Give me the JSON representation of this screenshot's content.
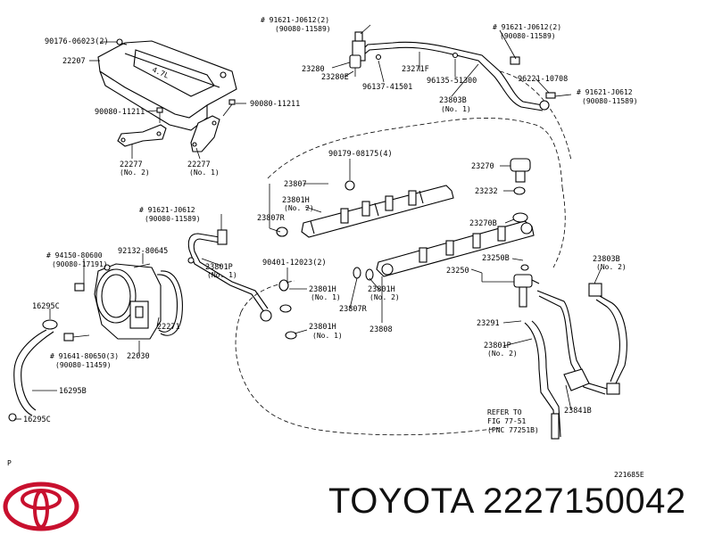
{
  "diagram": {
    "labels": [
      {
        "id": "l1",
        "text": "90176-06023(2)"
      },
      {
        "id": "l2",
        "text": "22207"
      },
      {
        "id": "l3",
        "text": "90080-11211"
      },
      {
        "id": "l4",
        "text": "90080-11211"
      },
      {
        "id": "l5",
        "text": "22277"
      },
      {
        "id": "l6",
        "text": "(No. 2)"
      },
      {
        "id": "l7",
        "text": "22277"
      },
      {
        "id": "l8",
        "text": "(No. 1)"
      },
      {
        "id": "l9",
        "text": "# 91621-J0612(2)"
      },
      {
        "id": "l10",
        "text": "(90080-11589)"
      },
      {
        "id": "l11",
        "text": "23280"
      },
      {
        "id": "l12",
        "text": "23280E"
      },
      {
        "id": "l13",
        "text": "23271F"
      },
      {
        "id": "l14",
        "text": "96137-41501"
      },
      {
        "id": "l15",
        "text": "96135-51300"
      },
      {
        "id": "l16",
        "text": "23803B"
      },
      {
        "id": "l17",
        "text": "(No. 1)"
      },
      {
        "id": "l18",
        "text": "# 91621-J0612(2)"
      },
      {
        "id": "l19",
        "text": "(90080-11589)"
      },
      {
        "id": "l20",
        "text": "96221-10708"
      },
      {
        "id": "l21",
        "text": "# 91621-J0612"
      },
      {
        "id": "l22",
        "text": "(90080-11589)"
      },
      {
        "id": "l23",
        "text": "90179-08175(4)"
      },
      {
        "id": "l24",
        "text": "23807"
      },
      {
        "id": "l25",
        "text": "23801H"
      },
      {
        "id": "l26",
        "text": "(No. 2)"
      },
      {
        "id": "l27",
        "text": "23807R"
      },
      {
        "id": "l28",
        "text": "23270"
      },
      {
        "id": "l29",
        "text": "23232"
      },
      {
        "id": "l30",
        "text": "23270B"
      },
      {
        "id": "l31",
        "text": "# 91621-J0612"
      },
      {
        "id": "l32",
        "text": "(90080-11589)"
      },
      {
        "id": "l33",
        "text": "# 94150-80600"
      },
      {
        "id": "l34",
        "text": "(90080-17191)"
      },
      {
        "id": "l35",
        "text": "92132-80645"
      },
      {
        "id": "l36",
        "text": "23801P"
      },
      {
        "id": "l37",
        "text": "(No. 1)"
      },
      {
        "id": "l38",
        "text": "90401-12023(2)"
      },
      {
        "id": "l39",
        "text": "23250B"
      },
      {
        "id": "l40",
        "text": "23250"
      },
      {
        "id": "l41",
        "text": "23803B"
      },
      {
        "id": "l42",
        "text": "(No. 2)"
      },
      {
        "id": "l43",
        "text": "23801H"
      },
      {
        "id": "l44",
        "text": "(No. 1)"
      },
      {
        "id": "l45",
        "text": "23801H"
      },
      {
        "id": "l46",
        "text": "(No. 2)"
      },
      {
        "id": "l47",
        "text": "16295C"
      },
      {
        "id": "l48",
        "text": "22271"
      },
      {
        "id": "l49",
        "text": "23807R"
      },
      {
        "id": "l50",
        "text": "23801H"
      },
      {
        "id": "l51",
        "text": "(No. 1)"
      },
      {
        "id": "l52",
        "text": "23291"
      },
      {
        "id": "l53",
        "text": "23808"
      },
      {
        "id": "l54",
        "text": "# 91641-80650(3)"
      },
      {
        "id": "l55",
        "text": "(90080-11459)"
      },
      {
        "id": "l56",
        "text": "22030"
      },
      {
        "id": "l57",
        "text": "23801P"
      },
      {
        "id": "l58",
        "text": "(No. 2)"
      },
      {
        "id": "l59",
        "text": "16295B"
      },
      {
        "id": "l60",
        "text": "REFER TO"
      },
      {
        "id": "l61",
        "text": "FIG 77-51"
      },
      {
        "id": "l62",
        "text": "(PNC 77251B)"
      },
      {
        "id": "l63",
        "text": "23841B"
      },
      {
        "id": "l64",
        "text": "16295C"
      },
      {
        "id": "l65",
        "text": "P"
      },
      {
        "id": "l66",
        "text": "221685E"
      }
    ]
  },
  "footer": {
    "brand_text": "TOYOTA 2227150042",
    "logo_icon": "toyota-logo-icon",
    "logo_color": "#c8102e"
  }
}
